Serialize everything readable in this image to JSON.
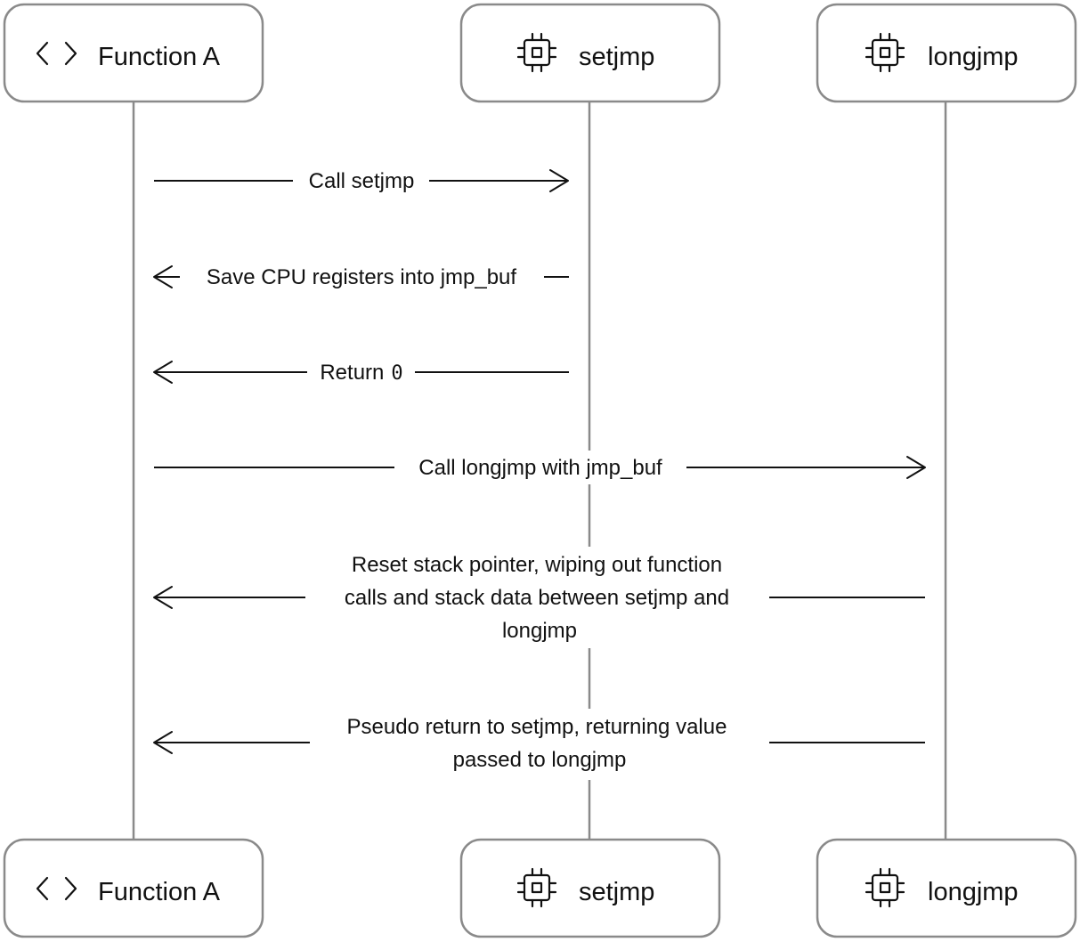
{
  "participants": {
    "top": [
      {
        "label": "Function A",
        "icon": "code-icon"
      },
      {
        "label": "setjmp",
        "icon": "chip-icon"
      },
      {
        "label": "longjmp",
        "icon": "chip-icon"
      }
    ],
    "bottom": [
      {
        "label": "Function A",
        "icon": "code-icon"
      },
      {
        "label": "setjmp",
        "icon": "chip-icon"
      },
      {
        "label": "longjmp",
        "icon": "chip-icon"
      }
    ]
  },
  "messages": [
    {
      "lines": [
        "Call setjmp"
      ],
      "from": "Function A",
      "to": "setjmp",
      "direction": "right"
    },
    {
      "lines": [
        "Save CPU registers into jmp_buf"
      ],
      "from": "setjmp",
      "to": "Function A",
      "direction": "left"
    },
    {
      "lines": [
        "Return"
      ],
      "code": "0",
      "from": "setjmp",
      "to": "Function A",
      "direction": "left"
    },
    {
      "lines": [
        "Call longjmp with jmp_buf"
      ],
      "from": "Function A",
      "to": "longjmp",
      "direction": "right"
    },
    {
      "lines": [
        "Reset stack pointer, wiping out function",
        "calls and stack data between setjmp and",
        "longjmp"
      ],
      "from": "longjmp",
      "to": "Function A",
      "direction": "left"
    },
    {
      "lines": [
        "Pseudo return to setjmp, returning value",
        "passed to longjmp"
      ],
      "from": "longjmp",
      "to": "Function A",
      "direction": "left"
    }
  ],
  "colors": {
    "lifeline": "#8a8a8a",
    "text": "#111111"
  }
}
